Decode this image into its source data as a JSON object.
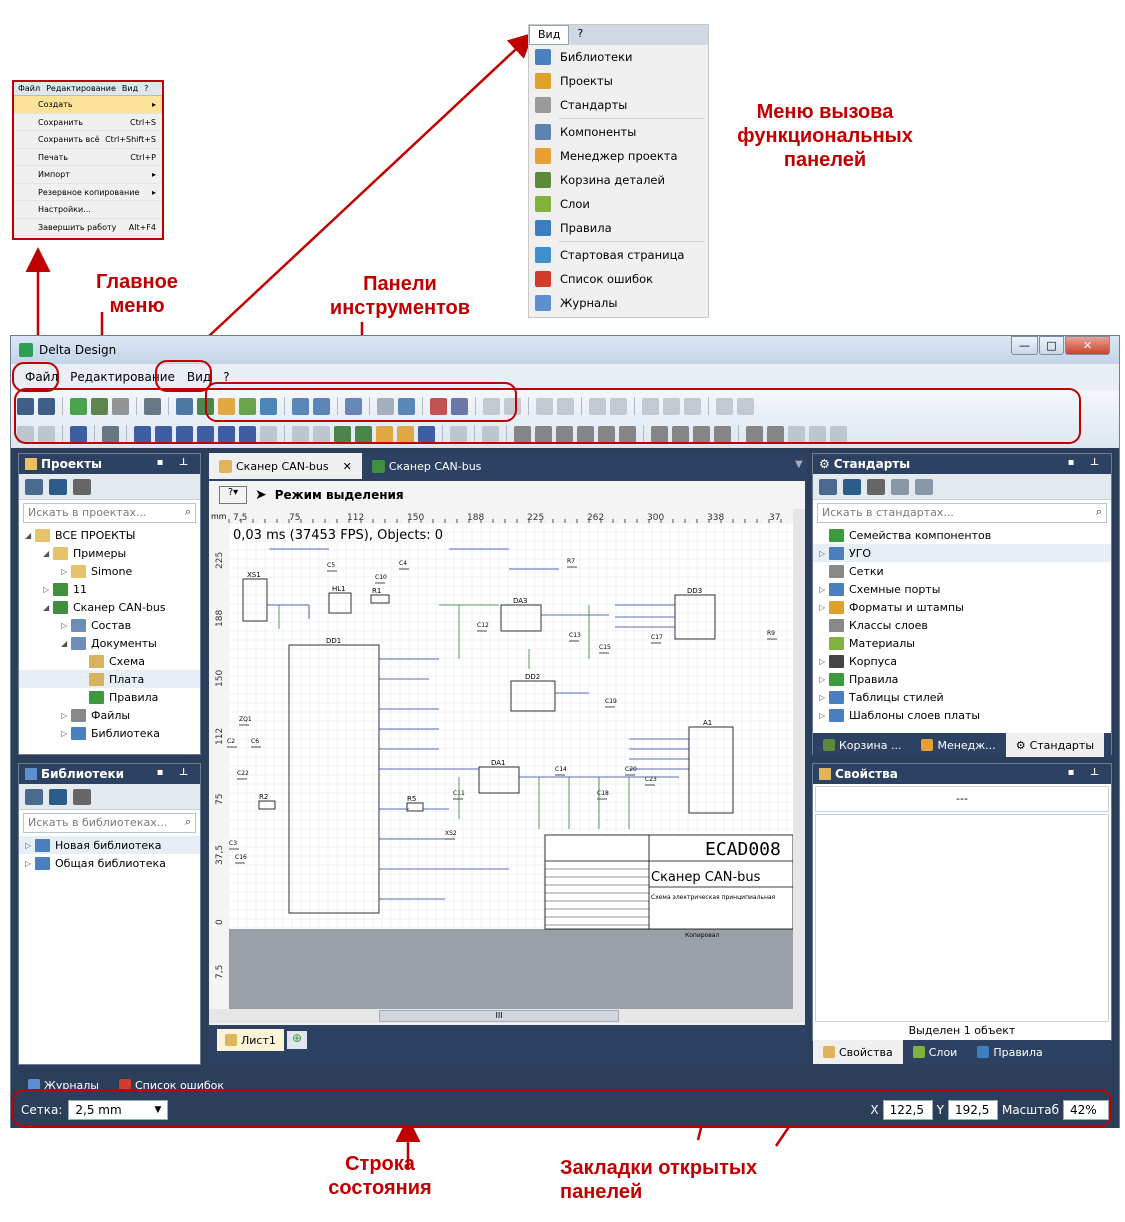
{
  "annotations": {
    "main_menu": "Главное\nменю",
    "toolbars": "Панели\nинструментов",
    "view_menu_call": "Меню вызова\nфункциональных\nпанелей",
    "status_line": "Строка\nсостояния",
    "open_panels_tabs": "Закладки открытых\nпанелей"
  },
  "file_menu": {
    "menubar": [
      "Файл",
      "Редактирование",
      "Вид",
      "?"
    ],
    "items": [
      {
        "label": "Создать",
        "shortcut": "▸",
        "highlight": true
      },
      {
        "label": "Сохранить",
        "shortcut": "Ctrl+S"
      },
      {
        "label": "Сохранить всё",
        "shortcut": "Ctrl+Shift+S"
      },
      {
        "label": "Печать",
        "shortcut": "Ctrl+P"
      },
      {
        "label": "Импорт",
        "shortcut": "▸"
      },
      {
        "label": "Резервное копирование",
        "shortcut": "▸"
      },
      {
        "label": "Настройки...",
        "shortcut": ""
      },
      {
        "label": "Завершить работу",
        "shortcut": "Alt+F4"
      }
    ]
  },
  "view_menu": {
    "tabs": [
      "Вид",
      "?"
    ],
    "items": [
      {
        "label": "Библиотеки",
        "color": "#4a7fc1",
        "sep_after": false
      },
      {
        "label": "Проекты",
        "color": "#e0a12a",
        "sep_after": false
      },
      {
        "label": "Стандарты",
        "color": "#9a9a9a",
        "sep_after": true
      },
      {
        "label": "Компоненты",
        "color": "#5a83b0",
        "sep_after": false
      },
      {
        "label": "Менеджер проекта",
        "color": "#e8a030",
        "sep_after": false
      },
      {
        "label": "Корзина деталей",
        "color": "#5d8a3a",
        "sep_after": false
      },
      {
        "label": "Слои",
        "color": "#7fb33c",
        "sep_after": false
      },
      {
        "label": "Правила",
        "color": "#3c7fc0",
        "sep_after": true
      },
      {
        "label": "Стартовая страница",
        "color": "#3f8fcf",
        "sep_after": false
      },
      {
        "label": "Список ошибок",
        "color": "#d23b2b",
        "sep_after": false
      },
      {
        "label": "Журналы",
        "color": "#5b8fd0",
        "sep_after": false
      }
    ]
  },
  "window": {
    "title": "Delta Design",
    "menu": [
      "Файл",
      "Редактирование",
      "Вид",
      "?"
    ],
    "minimize": "—",
    "maximize": "□",
    "close": "✕"
  },
  "projects_panel": {
    "title": "Проекты",
    "search_placeholder": "Искать в проектах...",
    "tree": [
      {
        "label": "ВСЕ ПРОЕКТЫ",
        "depth": 0,
        "exp": "◢",
        "color": "#e6c26a"
      },
      {
        "label": "Примеры",
        "depth": 1,
        "exp": "◢",
        "color": "#e6c26a"
      },
      {
        "label": "Simone",
        "depth": 2,
        "exp": "▷",
        "color": "#e6c26a"
      },
      {
        "label": "11",
        "depth": 1,
        "exp": "▷",
        "color": "#3f8f3f"
      },
      {
        "label": "Сканер CAN-bus",
        "depth": 1,
        "exp": "◢",
        "color": "#3f8f3f"
      },
      {
        "label": "Состав",
        "depth": 2,
        "exp": "▷",
        "color": "#6d8fb5"
      },
      {
        "label": "Документы",
        "depth": 2,
        "exp": "◢",
        "color": "#6d8fb5"
      },
      {
        "label": "Схема",
        "depth": 3,
        "exp": "",
        "color": "#d7b45b"
      },
      {
        "label": "Плата",
        "depth": 3,
        "exp": "",
        "color": "#d7b45b",
        "sel": true
      },
      {
        "label": "Правила",
        "depth": 3,
        "exp": "",
        "color": "#3c9a3c"
      },
      {
        "label": "Файлы",
        "depth": 2,
        "exp": "▷",
        "color": "#888"
      },
      {
        "label": "Библиотека",
        "depth": 2,
        "exp": "▷",
        "color": "#4a7fc1"
      }
    ]
  },
  "libraries_panel": {
    "title": "Библиотеки",
    "search_placeholder": "Искать в библиотеках...",
    "tree": [
      {
        "label": "Новая библиотека",
        "depth": 0,
        "exp": "▷",
        "color": "#4a7fc1",
        "sel": true
      },
      {
        "label": "Общая библиотека",
        "depth": 0,
        "exp": "▷",
        "color": "#4a7fc1"
      }
    ]
  },
  "bottom_left_tabs": [
    "Журналы",
    "Список ошибок"
  ],
  "editor": {
    "tabs": [
      "Сканер CAN-bus",
      "Сканер CAN-bus"
    ],
    "mode": "Режим выделения",
    "fps": "0,03 ms (37453 FPS), Objects: 0",
    "ruler_unit": "mm",
    "ruler_x": [
      "7,5",
      "75",
      "112",
      "150",
      "188",
      "225",
      "262",
      "300",
      "338",
      "37"
    ],
    "ruler_y": [
      "225",
      "188",
      "150",
      "112",
      "75",
      "37,5",
      "0",
      "7,5"
    ],
    "sheet_tab": "Лист1",
    "title_block": "ECAD008",
    "title_name": "Сканер CAN-bus",
    "title_sub": "Схема электрическая принципиальная",
    "copied": "Копировал",
    "scroll_grip": "III",
    "components": [
      "XS1",
      "HL1",
      "R1",
      "DD1",
      "DA3",
      "DD3",
      "DA1",
      "DD2",
      "A1",
      "R2",
      "R5",
      "C4",
      "C5",
      "C10",
      "C12",
      "C13",
      "C15",
      "C17",
      "C22",
      "C16",
      "C14",
      "C18",
      "C20",
      "C23",
      "C11",
      "XS2",
      "ZQ1",
      "C2",
      "C6",
      "C3",
      "C19",
      "R9",
      "R7"
    ]
  },
  "standards_panel": {
    "title": "Стандарты",
    "search_placeholder": "Искать в стандартах...",
    "tree": [
      {
        "label": "Семейства компонентов",
        "exp": "",
        "color": "#3c9a3c"
      },
      {
        "label": "УГО",
        "exp": "▷",
        "color": "#4a7fc1",
        "sel": true
      },
      {
        "label": "Сетки",
        "exp": "",
        "color": "#888"
      },
      {
        "label": "Схемные порты",
        "exp": "▷",
        "color": "#4a7fc1"
      },
      {
        "label": "Форматы и штампы",
        "exp": "▷",
        "color": "#e0a12a"
      },
      {
        "label": "Классы слоев",
        "exp": "",
        "color": "#888"
      },
      {
        "label": "Материалы",
        "exp": "",
        "color": "#7fb33c"
      },
      {
        "label": "Корпуса",
        "exp": "▷",
        "color": "#444"
      },
      {
        "label": "Правила",
        "exp": "▷",
        "color": "#3c9a3c"
      },
      {
        "label": "Таблицы стилей",
        "exp": "▷",
        "color": "#4a7fc1"
      },
      {
        "label": "Шаблоны слоев платы",
        "exp": "▷",
        "color": "#4a7fc1"
      }
    ],
    "tabs": [
      "Корзина ...",
      "Менедж...",
      "Стандарты"
    ]
  },
  "properties_panel": {
    "title": "Свойства",
    "value": "---",
    "status": "Выделен 1 объект",
    "tabs": [
      "Свойства",
      "Слои",
      "Правила"
    ]
  },
  "statusbar": {
    "grid_label": "Сетка:",
    "grid_value": "2,5 mm",
    "x_label": "X",
    "x_value": "122,5",
    "y_label": "Y",
    "y_value": "192,5",
    "zoom_label": "Масштаб",
    "zoom_value": "42%"
  },
  "colors": {
    "annotation": "#c00000",
    "panel_header": "#2d4263",
    "window_bg": "#2b3f5a"
  }
}
